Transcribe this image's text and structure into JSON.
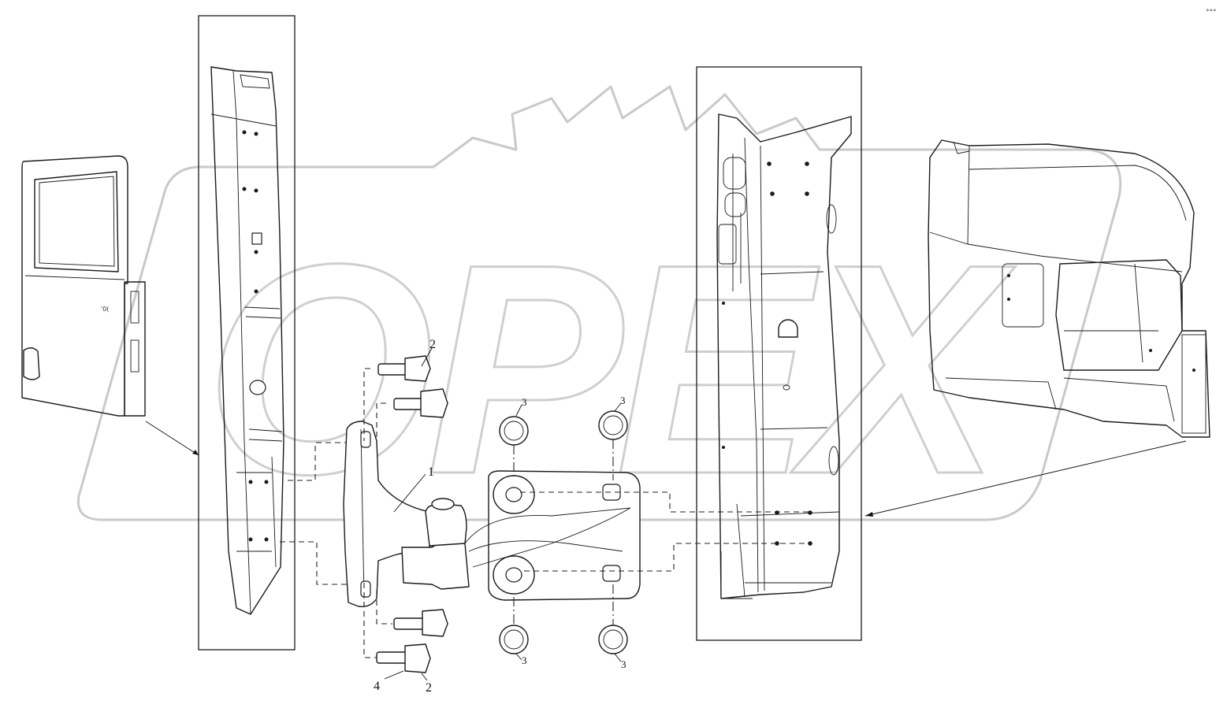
{
  "diagram": {
    "callouts": {
      "c1": "1",
      "c2_top": "2",
      "c2_bottom": "2",
      "c3_tl": "3",
      "c3_tr": "3",
      "c3_bl": "3",
      "c3_br": "3",
      "c4": "4"
    },
    "watermark_glyphs": "OPEX",
    "corner_mark": "°°°"
  }
}
